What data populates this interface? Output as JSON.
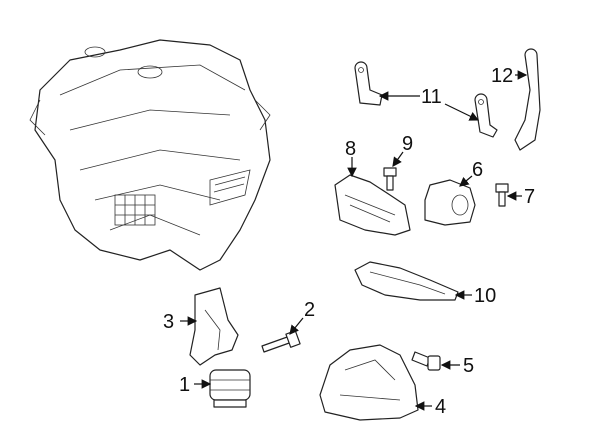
{
  "diagram": {
    "callouts": [
      {
        "id": "1",
        "label": "1",
        "part": "engine-mount-insulator"
      },
      {
        "id": "2",
        "label": "2",
        "part": "bolt"
      },
      {
        "id": "3",
        "label": "3",
        "part": "mount-bracket"
      },
      {
        "id": "4",
        "label": "4",
        "part": "engine-support-bracket"
      },
      {
        "id": "5",
        "label": "5",
        "part": "bolt"
      },
      {
        "id": "6",
        "label": "6",
        "part": "transmission-mount"
      },
      {
        "id": "7",
        "label": "7",
        "part": "bolt"
      },
      {
        "id": "8",
        "label": "8",
        "part": "mount-bracket"
      },
      {
        "id": "9",
        "label": "9",
        "part": "bolt"
      },
      {
        "id": "10",
        "label": "10",
        "part": "crossmember"
      },
      {
        "id": "11",
        "label": "11",
        "part": "lift-bracket"
      },
      {
        "id": "12",
        "label": "12",
        "part": "lift-bracket"
      }
    ]
  }
}
